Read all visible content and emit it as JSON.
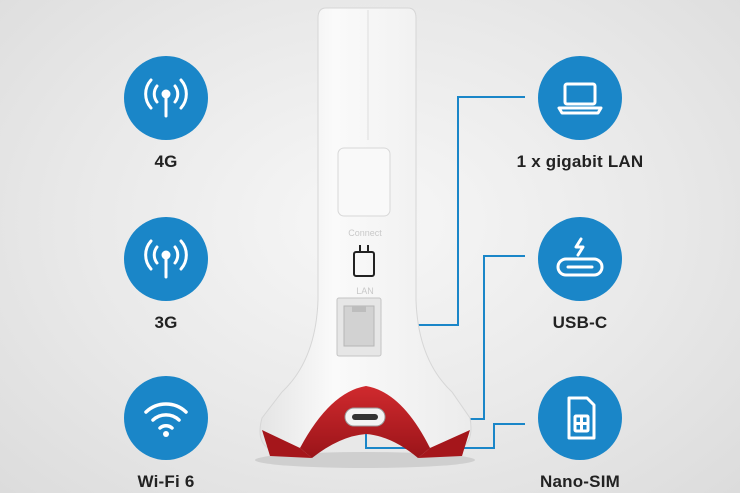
{
  "features_left": [
    {
      "label": "4G",
      "icon": "antenna-signal-icon"
    },
    {
      "label": "3G",
      "icon": "antenna-signal-icon"
    },
    {
      "label": "Wi-Fi 6",
      "icon": "wifi-icon"
    }
  ],
  "features_right": [
    {
      "label": "1 x gigabit LAN",
      "icon": "laptop-icon"
    },
    {
      "label": "USB-C",
      "icon": "usb-c-icon"
    },
    {
      "label": "Nano-SIM",
      "icon": "sim-card-icon"
    }
  ],
  "device": {
    "connect_label": "Connect",
    "lan_label": "LAN"
  },
  "colors": {
    "accent": "#1a86c8",
    "device_red": "#b81c22",
    "device_body": "#f4f4f4"
  }
}
